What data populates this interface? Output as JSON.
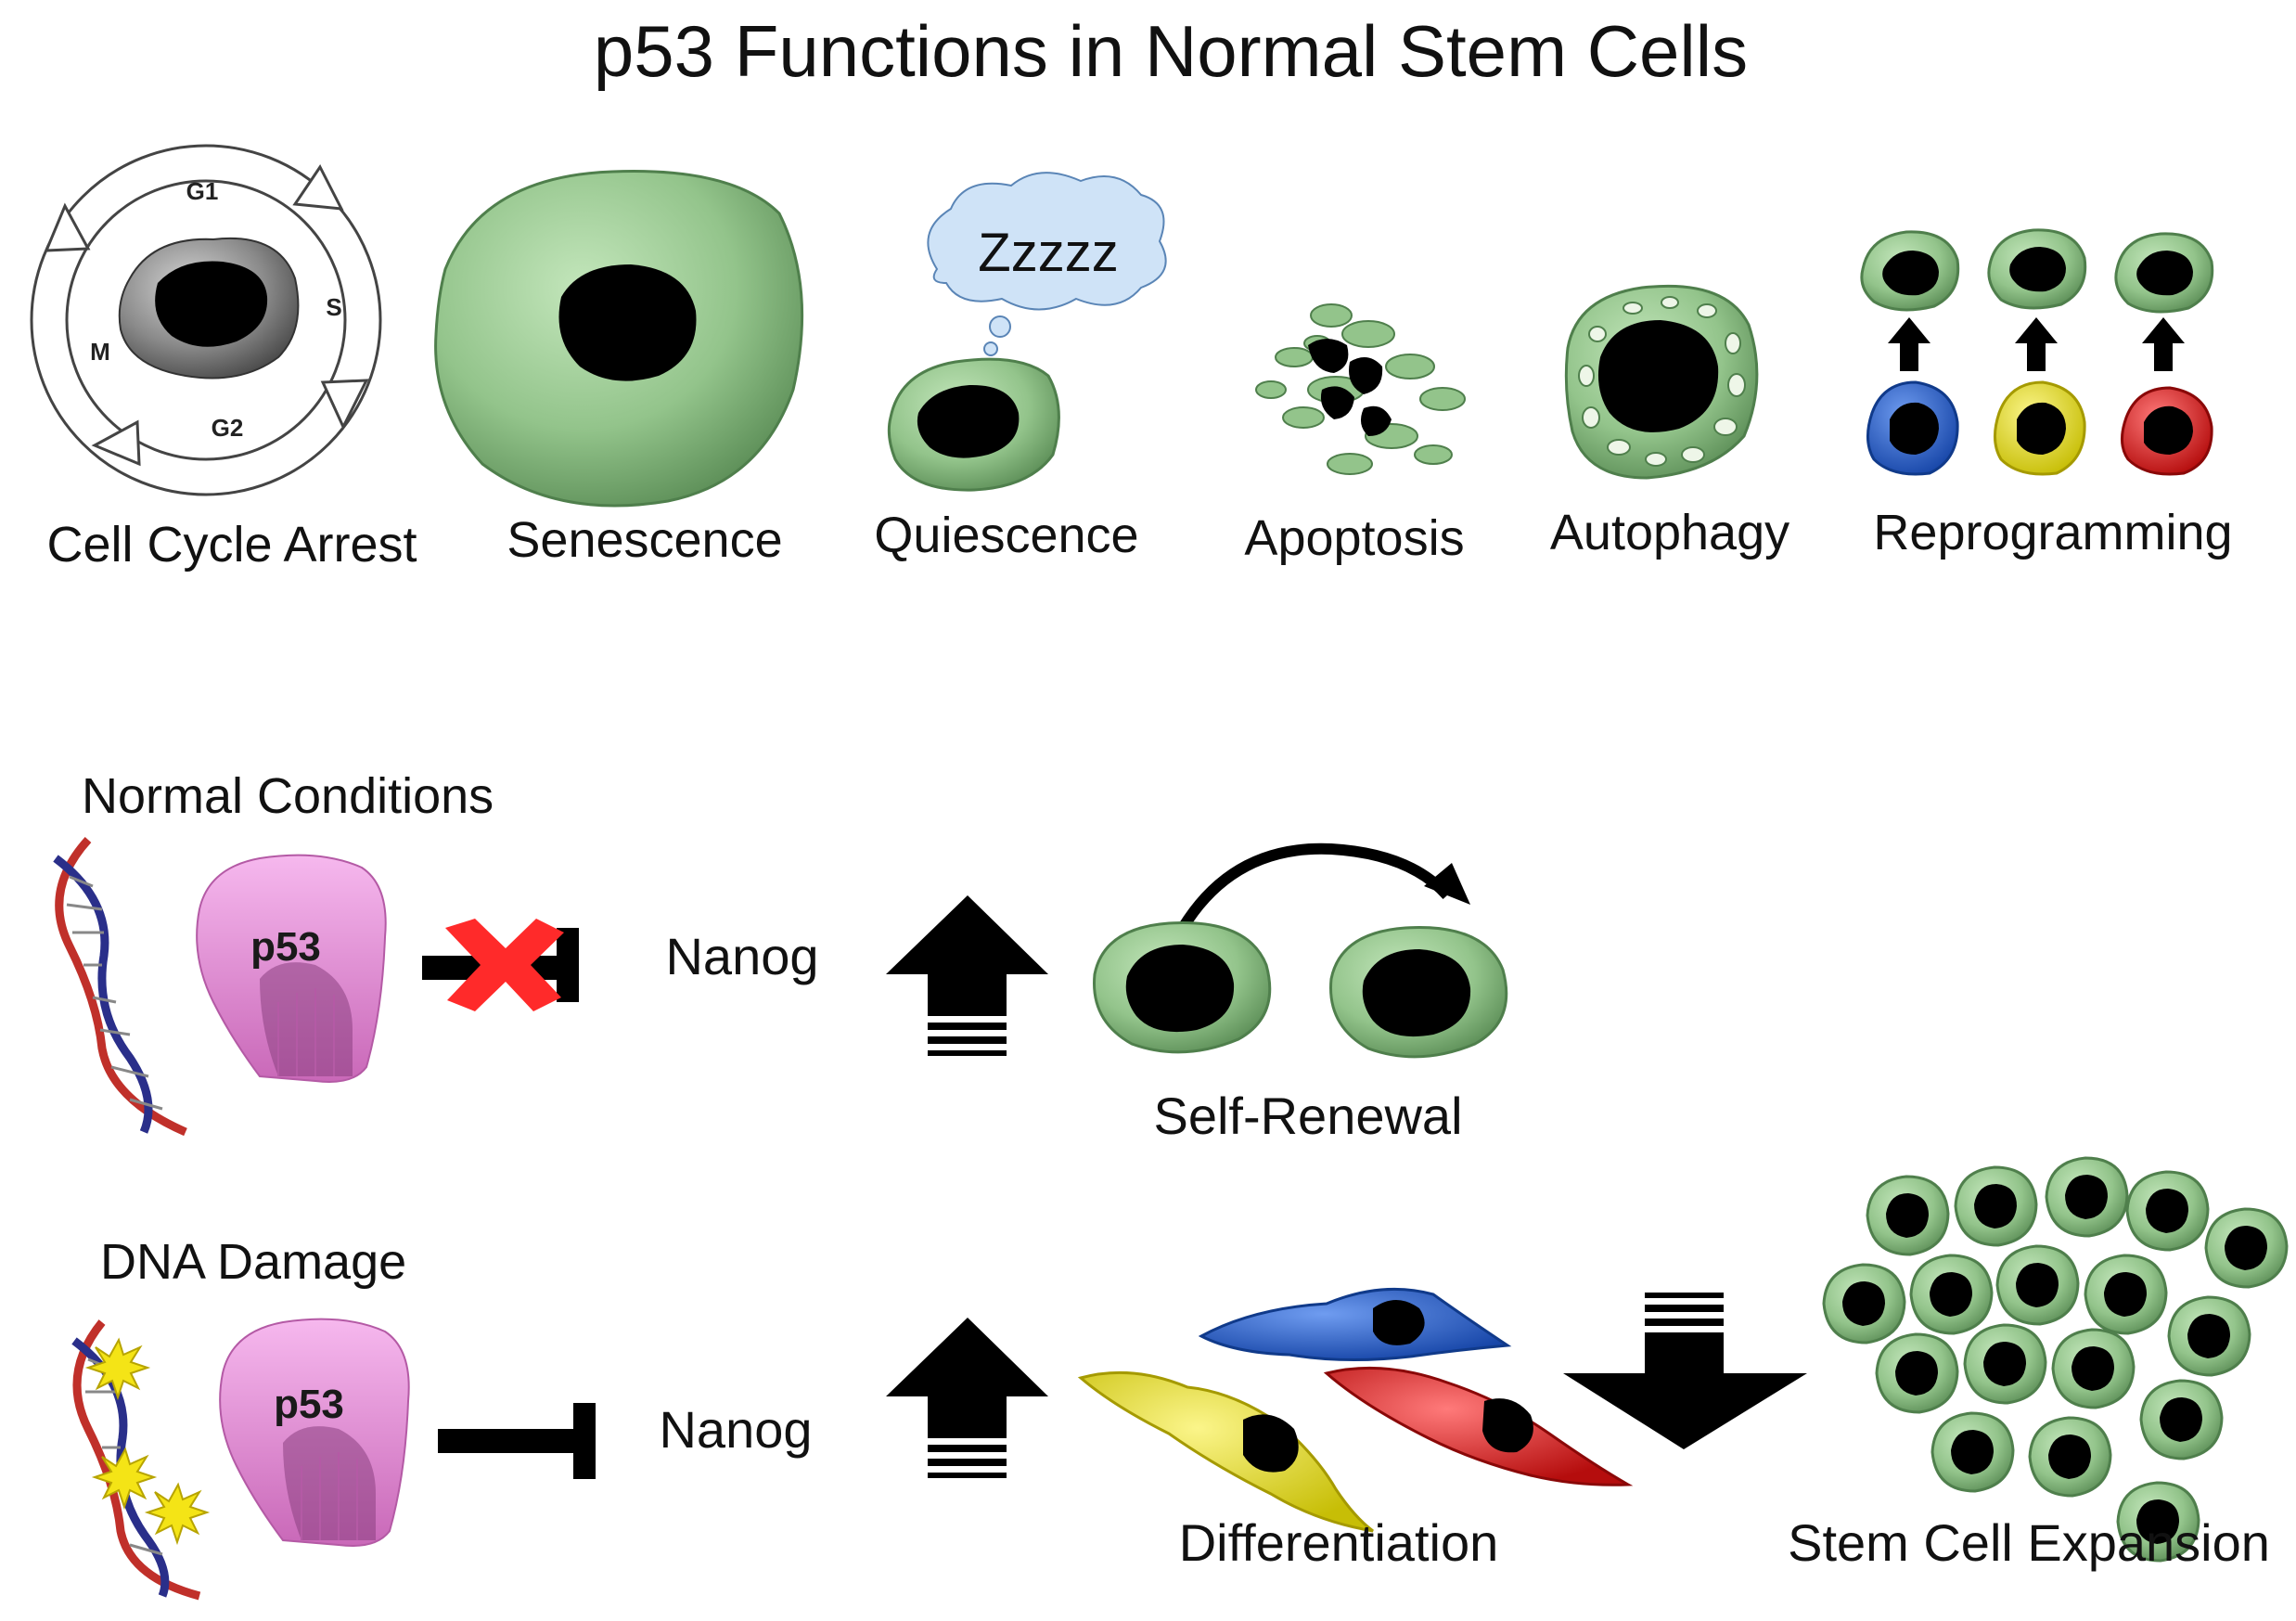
{
  "title": "p53 Functions in Normal Stem Cells",
  "functions": {
    "cell_cycle_arrest": "Cell Cycle Arrest",
    "senescence": "Senescence",
    "quiescence": "Quiescence",
    "apoptosis": "Apoptosis",
    "autophagy": "Autophagy",
    "reprogramming": "Reprogramming"
  },
  "cell_cycle_phases": {
    "g1": "G1",
    "s": "S",
    "g2": "G2",
    "m": "M"
  },
  "sleep_text": "Zzzzz",
  "normal": {
    "heading": "Normal Conditions",
    "protein": "p53",
    "target": "Nanog",
    "outcome": "Self-Renewal"
  },
  "damage": {
    "heading": "DNA Damage",
    "protein": "p53",
    "target": "Nanog",
    "outcome": "Differentiation",
    "result": "Stem Cell Expansion"
  },
  "colors": {
    "cell_green": "#93c48b",
    "cell_green_dark": "#4f7f4c",
    "nucleus": "#000000",
    "p53_pink": "#e58fd6",
    "inhibit_red": "#ff2a2a",
    "blue": "#1f5fd0",
    "yellow": "#ece31a",
    "red": "#e11d1d",
    "dna_red": "#c0302a",
    "dna_blue": "#2a2f8a"
  }
}
